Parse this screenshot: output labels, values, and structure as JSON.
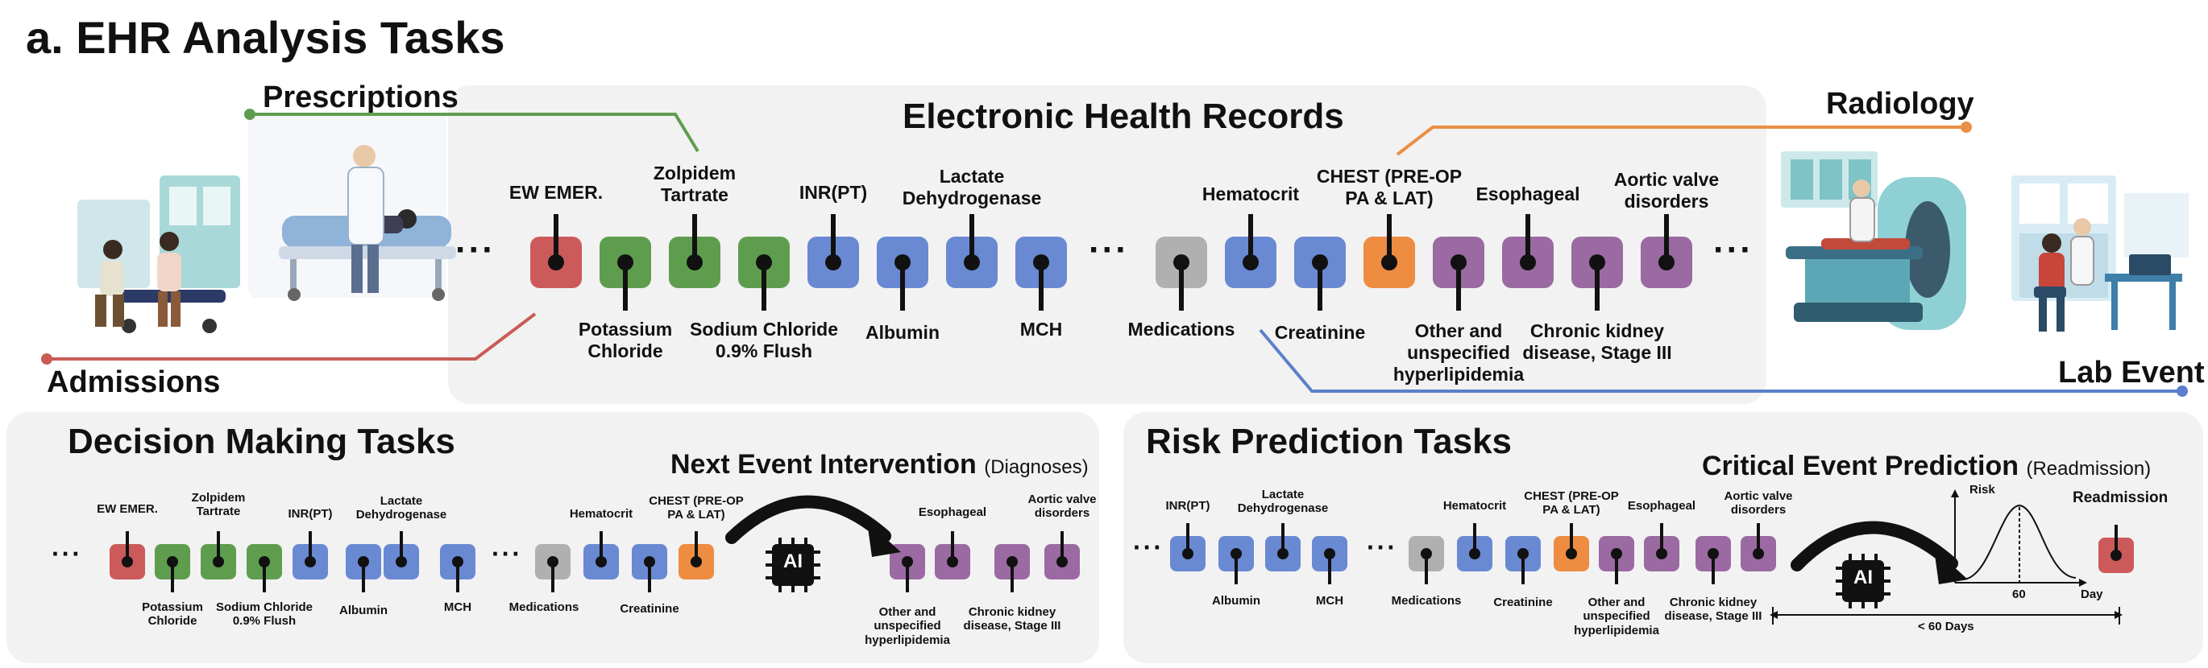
{
  "header": {
    "title": "a. EHR Analysis Tasks"
  },
  "top": {
    "center_title": "Electronic Health Records",
    "prescriptions": "Prescriptions",
    "admissions": "Admissions",
    "radiology": "Radiology",
    "lab_event": "Lab Event",
    "ellipsis": "···",
    "labels": [
      "EW EMER.",
      "Zolpidem\nTartrate",
      "INR(PT)",
      "Lactate\nDehydrogenase",
      "Potassium\nChloride",
      "Sodium Chloride\n0.9% Flush",
      "Albumin",
      "MCH",
      "Hematocrit",
      "CHEST (PRE-OP\nPA & LAT)",
      "Esophageal",
      "Aortic valve\ndisorders",
      "Medications",
      "Creatinine",
      "Other and\nunspecified\nhyperlipidemia",
      "Chronic kidney\ndisease, Stage III"
    ]
  },
  "decision": {
    "title": "Decision Making Tasks",
    "subtitle": "Next Event Intervention",
    "subtitle_paren": "(Diagnoses)",
    "ai_label": "AI",
    "ellipsis": "···",
    "labels": [
      "EW EMER.",
      "Zolpidem\nTartrate",
      "INR(PT)",
      "Lactate\nDehydrogenase",
      "Potassium\nChloride",
      "Sodium Chloride\n0.9% Flush",
      "Albumin",
      "MCH",
      "Hematocrit",
      "CHEST (PRE-OP\nPA & LAT)",
      "Medications",
      "Creatinine",
      "Esophageal",
      "Aortic valve\ndisorders",
      "Other and\nunspecified\nhyperlipidemia",
      "Chronic kidney\ndisease, Stage III"
    ]
  },
  "risk": {
    "title": "Risk Prediction Tasks",
    "subtitle": "Critical Event Prediction",
    "subtitle_paren": "(Readmission)",
    "ai_label": "AI",
    "ellipsis": "···",
    "labels": [
      "INR(PT)",
      "Lactate\nDehydrogenase",
      "Albumin",
      "MCH",
      "Hematocrit",
      "CHEST (PRE-OP\nPA & LAT)",
      "Esophageal",
      "Aortic valve\ndisorders",
      "Medications",
      "Creatinine",
      "Other and\nunspecified\nhyperlipidemia",
      "Chronic kidney\ndisease, Stage III"
    ],
    "readmission": "Readmission",
    "curve": {
      "y_label": "Risk",
      "x_label": "Day",
      "tick": "60",
      "window": "< 60 Days"
    }
  },
  "colors": {
    "red": "#cd5a5a",
    "green": "#5f9d4e",
    "blue": "#6a89d3",
    "gray": "#b0b0b0",
    "orange": "#ee8c42",
    "purple": "#9b6aa2",
    "line_green": "#5f9d4e",
    "line_red": "#c95c55",
    "line_orange": "#e98f45",
    "line_blue": "#5b7fcc"
  },
  "icons": [
    "ai-chip-icon",
    "curved-arrow-icon",
    "risk-curve-icon"
  ],
  "illustrations": [
    "admissions-illustration",
    "prescriptions-illustration",
    "radiology-illustration",
    "lab-event-illustration"
  ]
}
